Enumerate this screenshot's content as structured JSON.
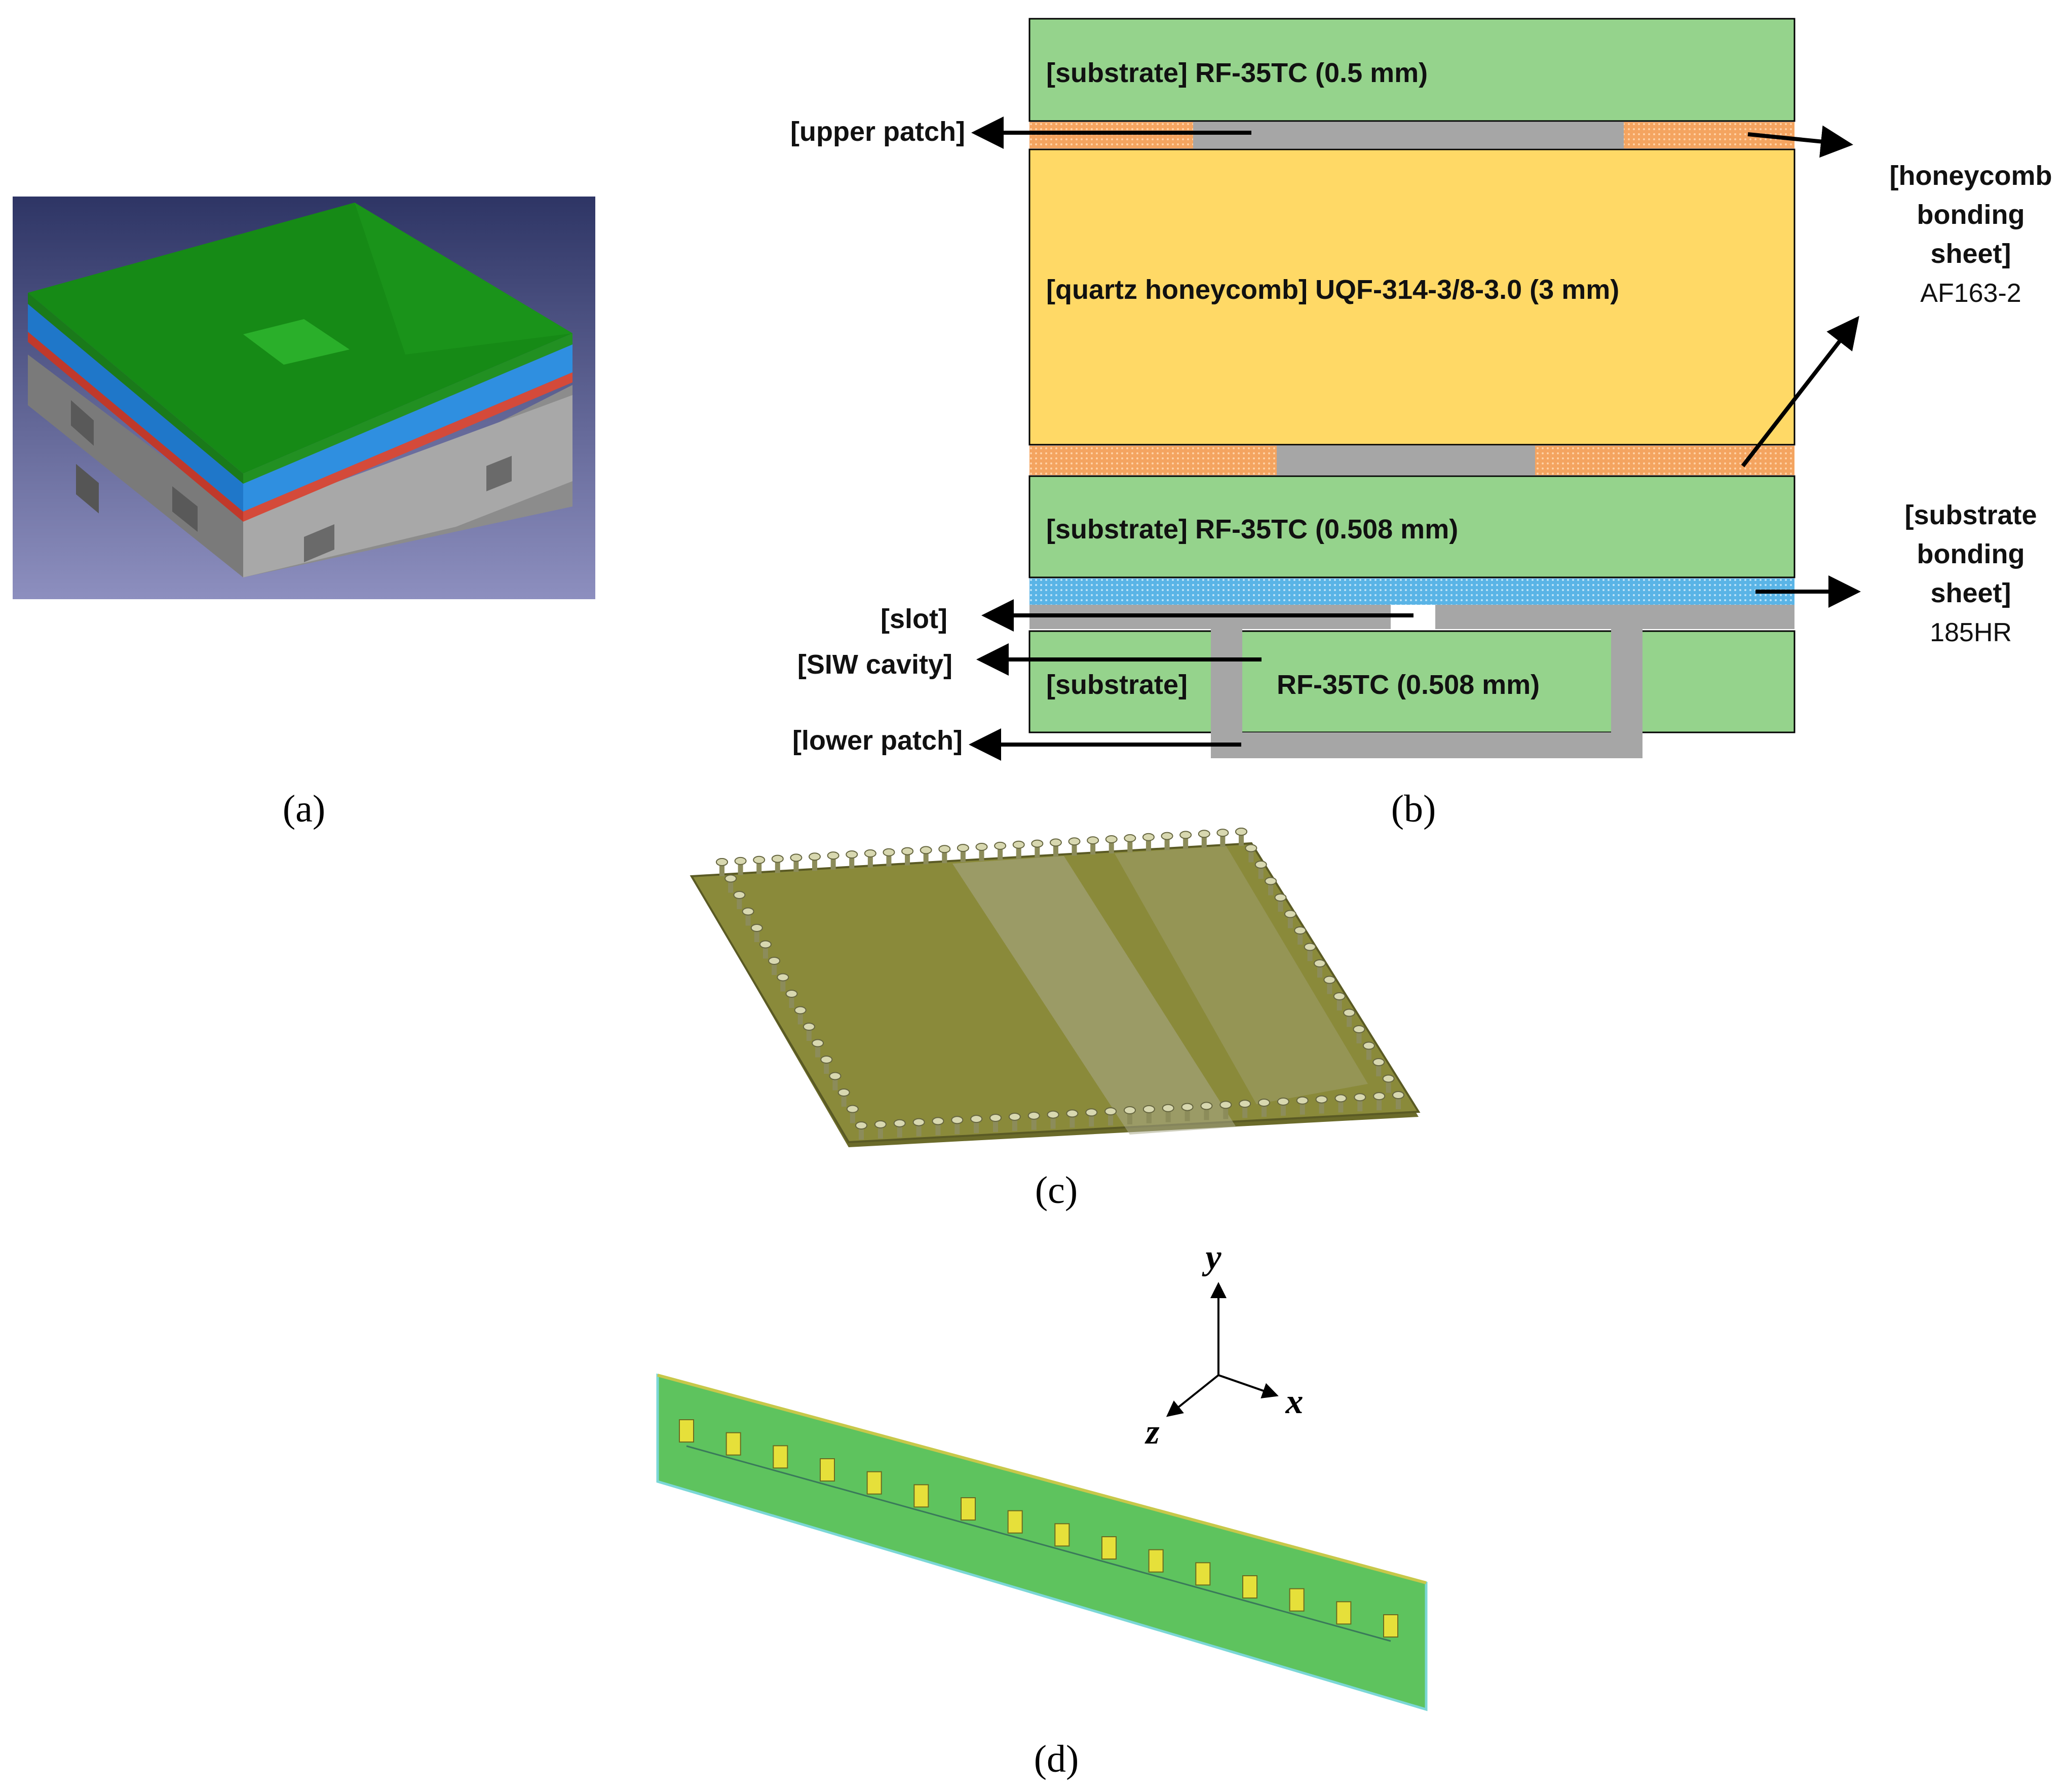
{
  "captions": {
    "a": "(a)",
    "b": "(b)",
    "c": "(c)",
    "d": "(d)"
  },
  "colors": {
    "substrate": "#95d38c",
    "honeycomb": "#ffd966",
    "metal": "#a6a6a6",
    "honeycomb_bond": "#f4a460",
    "substrate_bond": "#5ab4e6",
    "render_bg_top": "#2e3565",
    "render_bg_bottom": "#8d8fbf"
  },
  "stackup": {
    "top_substrate": "[substrate] RF-35TC (0.5 mm)",
    "honeycomb": "[quartz honeycomb] UQF-314-3/8-3.0 (3 mm)",
    "mid_substrate": "[substrate] RF-35TC (0.508 mm)",
    "bottom_substrate_a": "[substrate]",
    "bottom_substrate_b": "RF-35TC (0.508 mm)",
    "upper_patch": "[upper patch]",
    "slot": "[slot]",
    "siw_cavity": "[SIW cavity]",
    "lower_patch": "[lower patch]",
    "honeycomb_bonding": [
      "[honeycomb",
      "bonding",
      "sheet]"
    ],
    "honeycomb_bonding_material": "AF163-2",
    "substrate_bonding": [
      "[substrate",
      "bonding",
      "sheet]"
    ],
    "substrate_bonding_material": "185HR"
  },
  "axes": {
    "y": "y",
    "x": "x",
    "z": "z"
  }
}
